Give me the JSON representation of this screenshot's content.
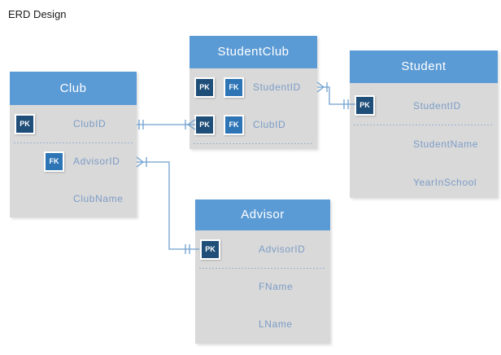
{
  "page": {
    "title": "ERD Design"
  },
  "badge_labels": {
    "pk": "PK",
    "fk": "FK"
  },
  "tables": {
    "club": {
      "name": "Club",
      "fields": [
        {
          "label": "ClubID",
          "keys": [
            "PK"
          ]
        },
        {
          "label": "AdvisorID",
          "keys": [
            "FK"
          ]
        },
        {
          "label": "ClubName",
          "keys": []
        }
      ]
    },
    "student_club": {
      "name": "StudentClub",
      "fields": [
        {
          "label": "StudentID",
          "keys": [
            "PK",
            "FK"
          ]
        },
        {
          "label": "ClubID",
          "keys": [
            "PK",
            "FK"
          ]
        }
      ]
    },
    "student": {
      "name": "Student",
      "fields": [
        {
          "label": "StudentID",
          "keys": [
            "PK"
          ]
        },
        {
          "label": "StudentName",
          "keys": []
        },
        {
          "label": "YearInSchool",
          "keys": []
        }
      ]
    },
    "advisor": {
      "name": "Advisor",
      "fields": [
        {
          "label": "AdvisorID",
          "keys": [
            "PK"
          ]
        },
        {
          "label": "FName",
          "keys": []
        },
        {
          "label": "LName",
          "keys": []
        }
      ]
    }
  },
  "relationships": [
    {
      "from": "Club.ClubID",
      "to": "StudentClub.ClubID",
      "from_cardinality": "one",
      "to_cardinality": "many"
    },
    {
      "from": "StudentClub.StudentID",
      "to": "Student.StudentID",
      "from_cardinality": "many",
      "to_cardinality": "one"
    },
    {
      "from": "Club.AdvisorID",
      "to": "Advisor.AdvisorID",
      "from_cardinality": "many",
      "to_cardinality": "one"
    }
  ],
  "colors": {
    "header_fill": "#5b9bd5",
    "body_fill": "#d9d9d9",
    "pk_badge": "#1f4e79",
    "fk_badge": "#2e75b6",
    "field_text": "#7c9cc6",
    "connector": "#6fa0cf"
  }
}
